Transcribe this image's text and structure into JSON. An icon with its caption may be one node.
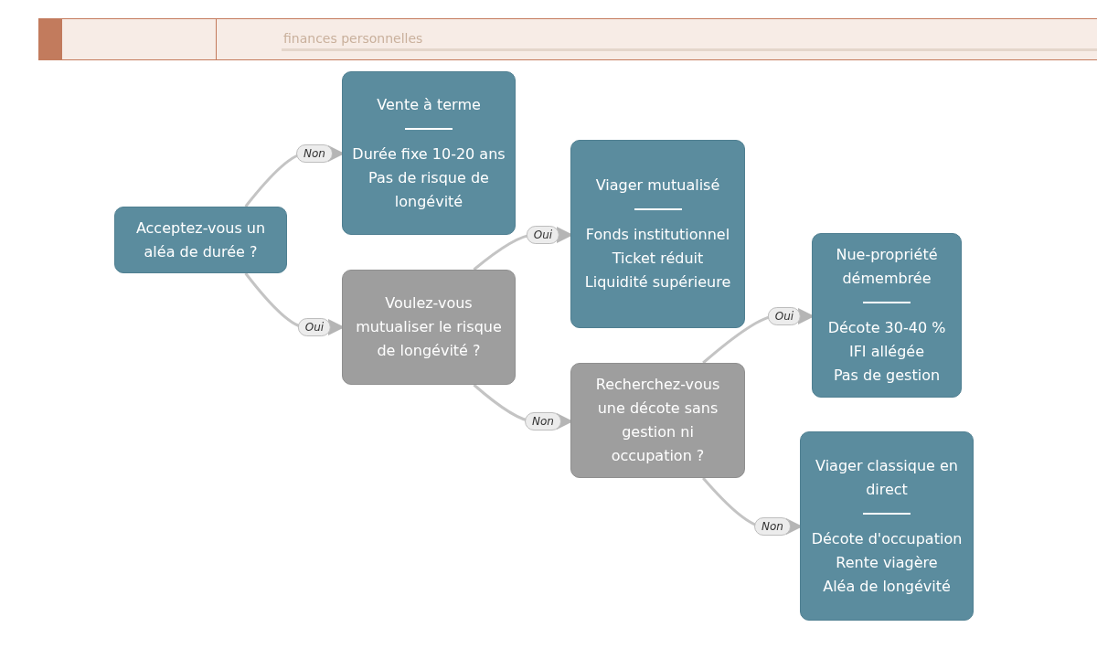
{
  "diagram": {
    "nodes": [
      {
        "text": [
          "Acceptez-vous un aléa de durée ?"
        ]
      },
      {
        "text": [
          "Vente à terme",
          "Durée fixe 10-20 ans",
          "Pas de risque de longévité"
        ]
      },
      {
        "text": [
          "Voulez-vous mutualiser le risque de longévité ?"
        ]
      },
      {
        "text": [
          "Viager mutualisé",
          "Fonds institutionnel",
          "Ticket réduit",
          "Liquidité supérieure"
        ]
      },
      {
        "text": [
          "Recherchez-vous une décote sans gestion ni occupation ?"
        ]
      },
      {
        "text": [
          "Nue-propriété démembrée",
          "Décote 30-40 %",
          "IFI allégée",
          "Pas de gestion"
        ]
      },
      {
        "text": [
          "Viager classique en direct",
          "Décote d'occupation",
          "Rente viagère",
          "Aléa de longévité"
        ]
      }
    ],
    "edges": [
      {
        "from": 0,
        "to": 1,
        "arrow": "to",
        "label": "Non"
      },
      {
        "from": 0,
        "to": 2,
        "arrow": "to",
        "label": "Oui"
      },
      {
        "from": 2,
        "to": 3,
        "arrow": "to",
        "label": "Oui"
      },
      {
        "from": 2,
        "to": 4,
        "arrow": "to",
        "label": "Non"
      },
      {
        "from": 4,
        "to": 5,
        "arrow": "to",
        "label": "Oui"
      },
      {
        "from": 4,
        "to": 6,
        "arrow": "to",
        "label": "Non"
      }
    ],
    "labels": [
      "finances personnelles"
    ]
  }
}
